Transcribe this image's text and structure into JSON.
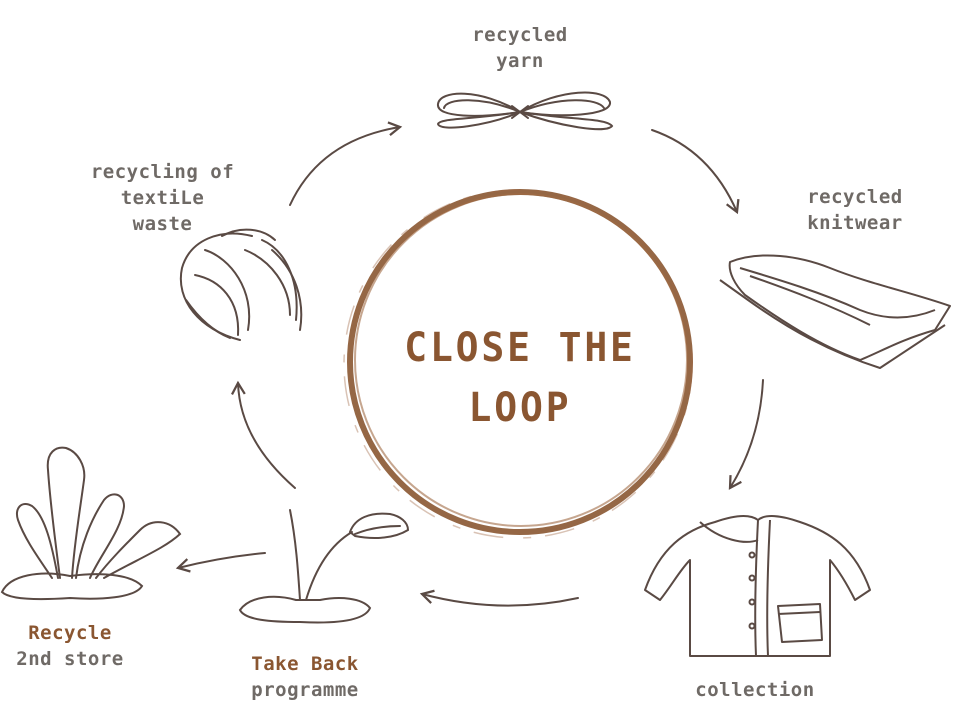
{
  "title": {
    "line1": "CLOSE THE",
    "line2": "LOOP"
  },
  "colors": {
    "ink": "#6f6a66",
    "accent": "#8a5631",
    "stroke": "#5a4a44"
  },
  "nodes": [
    {
      "key": "yarn",
      "lines": [
        "recycled",
        "yarn"
      ],
      "icon": "yarn-skein-icon"
    },
    {
      "key": "knitwear",
      "lines": [
        "recycled",
        "knitwear"
      ],
      "icon": "folded-fabric-icon"
    },
    {
      "key": "collection",
      "lines": [
        "collection"
      ],
      "icon": "cardigan-icon"
    },
    {
      "key": "takeback",
      "lines": [
        "Take Back",
        "programme"
      ],
      "icon": "sprout-icon",
      "accent_line": 0
    },
    {
      "key": "recycle2nd",
      "lines": [
        "Recycle",
        "2nd store"
      ],
      "icon": "plant-icon",
      "accent_line": 0
    },
    {
      "key": "textile",
      "lines": [
        "recycling of",
        "textiLe",
        "waste"
      ],
      "icon": "yarn-ball-icon"
    }
  ]
}
